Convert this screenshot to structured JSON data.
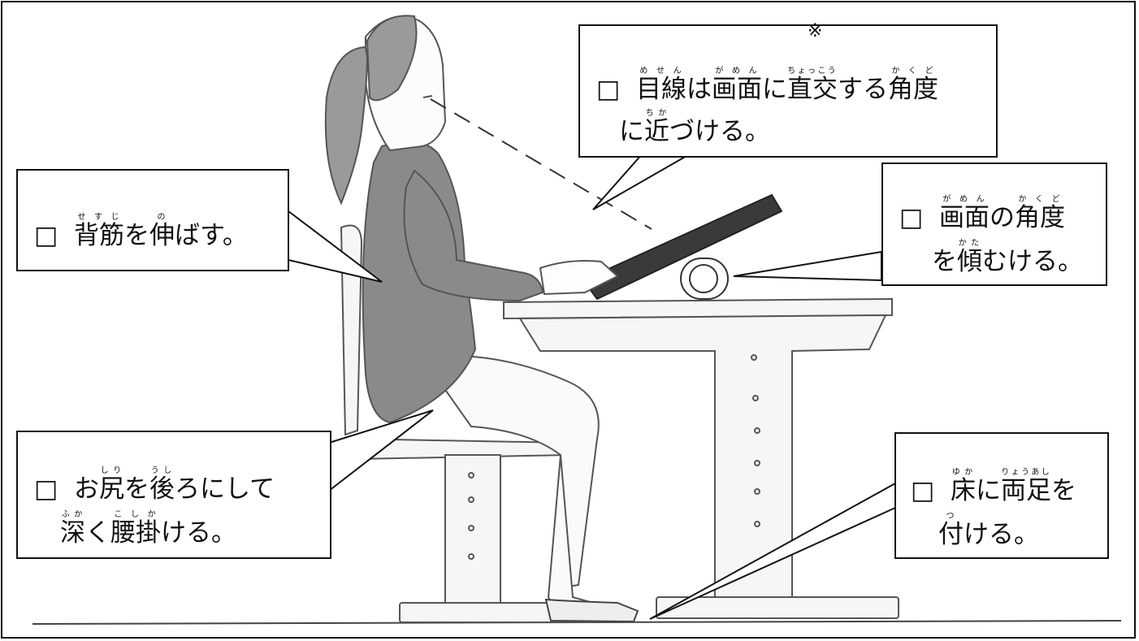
{
  "checkbox": "□",
  "callouts": {
    "gaze": {
      "note_mark": "※",
      "line1": [
        {
          "t": "目線",
          "r": "めせん"
        },
        {
          "t": "は"
        },
        {
          "t": "画面",
          "r": "がめん"
        },
        {
          "t": "に"
        },
        {
          "t": "直交",
          "r": "ちょっこう"
        },
        {
          "t": "する"
        },
        {
          "t": "角度",
          "r": "かくど"
        }
      ],
      "line2": [
        {
          "t": "に"
        },
        {
          "t": "近",
          "r": "ちか"
        },
        {
          "t": "づける。"
        }
      ]
    },
    "back": {
      "line1": [
        {
          "t": "背筋",
          "r": "せすじ"
        },
        {
          "t": "を"
        },
        {
          "t": "伸",
          "r": "の"
        },
        {
          "t": "ばす。"
        }
      ]
    },
    "screen": {
      "line1": [
        {
          "t": "画面",
          "r": "がめん"
        },
        {
          "t": "の"
        },
        {
          "t": "角度",
          "r": "かくど"
        }
      ],
      "line2": [
        {
          "t": "を"
        },
        {
          "t": "傾",
          "r": "かた"
        },
        {
          "t": "むける。"
        }
      ]
    },
    "seat": {
      "line1": [
        {
          "t": "お"
        },
        {
          "t": "尻",
          "r": "しり"
        },
        {
          "t": "を"
        },
        {
          "t": "後",
          "r": "うし"
        },
        {
          "t": "ろにして"
        }
      ],
      "line2": [
        {
          "t": "深",
          "r": "ふか"
        },
        {
          "t": "く"
        },
        {
          "t": "腰掛",
          "r": "こしか"
        },
        {
          "t": "ける。"
        }
      ]
    },
    "feet": {
      "line1": [
        {
          "t": "床",
          "r": "ゆか"
        },
        {
          "t": "に"
        },
        {
          "t": "両足",
          "r": "りょうあし"
        },
        {
          "t": "を"
        }
      ],
      "line2": [
        {
          "t": "付",
          "r": "つ"
        },
        {
          "t": "ける。"
        }
      ]
    }
  },
  "colors": {
    "sweater": "#8a8a8a",
    "tablet": "#3a3a3a",
    "line": "#111111",
    "furniture": "#f4f4f4"
  }
}
